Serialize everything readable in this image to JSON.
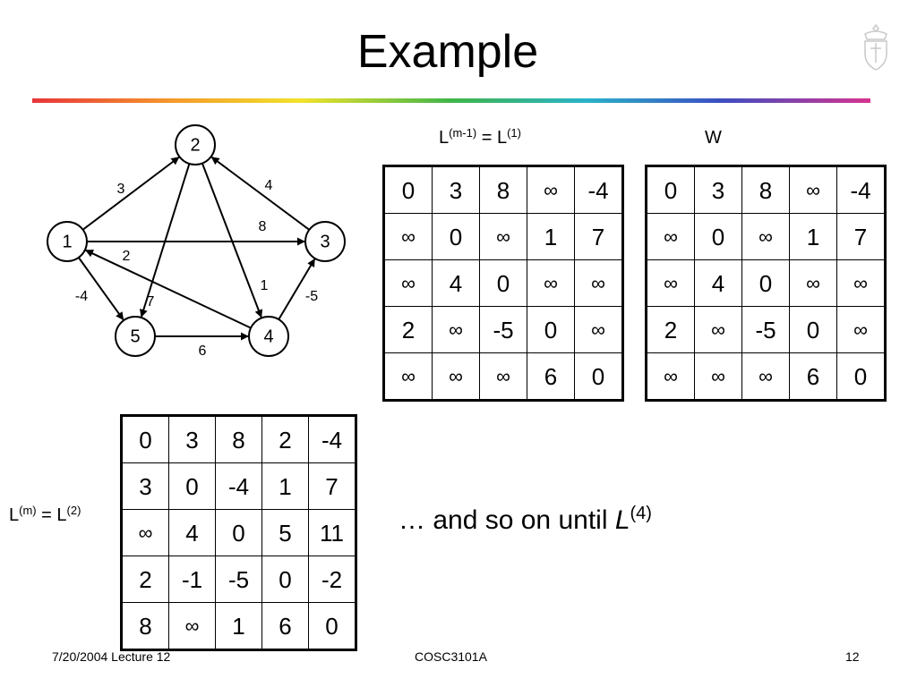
{
  "slide": {
    "title": "Example",
    "footer_left": "7/20/2004 Lecture 12",
    "footer_center": "COSC3101A",
    "footer_right": "12",
    "note_text": "… and so on until ",
    "note_L": "L",
    "note_sup": "(4)"
  },
  "graph": {
    "nodes": [
      {
        "id": "1",
        "label": "1"
      },
      {
        "id": "2",
        "label": "2"
      },
      {
        "id": "3",
        "label": "3"
      },
      {
        "id": "4",
        "label": "4"
      },
      {
        "id": "5",
        "label": "5"
      }
    ],
    "edges": [
      {
        "from": "1",
        "to": "2",
        "weight": "3"
      },
      {
        "from": "1",
        "to": "3",
        "weight": "8"
      },
      {
        "from": "1",
        "to": "5",
        "weight": "-4"
      },
      {
        "from": "2",
        "to": "4",
        "weight": "1"
      },
      {
        "from": "2",
        "to": "5",
        "weight": "7"
      },
      {
        "from": "3",
        "to": "2",
        "weight": "4"
      },
      {
        "from": "4",
        "to": "1",
        "weight": "2"
      },
      {
        "from": "4",
        "to": "3",
        "weight": "-5"
      },
      {
        "from": "5",
        "to": "4",
        "weight": "6"
      }
    ]
  },
  "labels": {
    "l1": {
      "L_a": "L",
      "sup_a": "(m-1)",
      "eq": " = ",
      "L_b": "L",
      "sup_b": "(1)"
    },
    "w": {
      "text": "W"
    },
    "l2": {
      "L_a": "L",
      "sup_a": "(m)",
      "eq": " = ",
      "L_b": "L",
      "sup_b": "(2)"
    }
  },
  "matrices": {
    "l1": [
      [
        "0",
        "3",
        "8",
        "∞",
        "-4"
      ],
      [
        "∞",
        "0",
        "∞",
        "1",
        "7"
      ],
      [
        "∞",
        "4",
        "0",
        "∞",
        "∞"
      ],
      [
        "2",
        "∞",
        "-5",
        "0",
        "∞"
      ],
      [
        "∞",
        "∞",
        "∞",
        "6",
        "0"
      ]
    ],
    "w": [
      [
        "0",
        "3",
        "8",
        "∞",
        "-4"
      ],
      [
        "∞",
        "0",
        "∞",
        "1",
        "7"
      ],
      [
        "∞",
        "4",
        "0",
        "∞",
        "∞"
      ],
      [
        "2",
        "∞",
        "-5",
        "0",
        "∞"
      ],
      [
        "∞",
        "∞",
        "∞",
        "6",
        "0"
      ]
    ],
    "l2": [
      [
        "0",
        "3",
        "8",
        "2",
        "-4"
      ],
      [
        "3",
        "0",
        "-4",
        "1",
        "7"
      ],
      [
        "∞",
        "4",
        "0",
        "5",
        "11"
      ],
      [
        "2",
        "-1",
        "-5",
        "0",
        "-2"
      ],
      [
        "8",
        "∞",
        "1",
        "6",
        "0"
      ]
    ]
  }
}
